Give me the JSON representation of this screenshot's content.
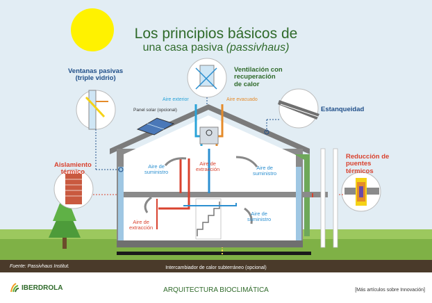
{
  "title": {
    "line1": "Los principios básicos de",
    "line2_prefix": "una casa pasiva ",
    "line2_italic": "(passivhaus)"
  },
  "labels": {
    "ventanas": [
      "Ventanas pasivas",
      "(triple vidrio)"
    ],
    "ventilacion": [
      "Ventilación con",
      "recuperación",
      "de calor"
    ],
    "aire_exterior": "Aire exterior",
    "aire_evacuado": "Aire evacuado",
    "panel_solar": "Panel solar (opcional)",
    "estanqueidad": "Estanqueidad",
    "aislamiento": [
      "Aislamiento",
      "térmico"
    ],
    "reduccion": [
      "Reducción de",
      "puentes",
      "térmicos"
    ],
    "suministro_1": [
      "Aire de",
      "suministro"
    ],
    "extraccion_1": [
      "Aire de",
      "extracción"
    ],
    "suministro_2": [
      "Aire de",
      "suministro"
    ],
    "suministro_3": [
      "Aire de",
      "suministro"
    ],
    "extraccion_2": [
      "Aire de",
      "extracción"
    ],
    "source": "Fuente: Passivhaus Institut.",
    "intercambiador": "Intercambiador de calor subterráneo (opcional)"
  },
  "footer": {
    "logo": "IBERDROLA",
    "center": "ARQUITECTURA BIOCLIMÁTICA",
    "right": "[Más artículos sobre Innovación]"
  },
  "colors": {
    "title_green": "#2f6a2a",
    "navy": "#1f4e88",
    "red": "#d9422e",
    "blue": "#2b8fd0",
    "orange": "#e58b2a",
    "house_grey": "#8a8a8a",
    "sun": "#fff200"
  },
  "icons": [
    "sun-icon",
    "solar-panel-icon",
    "heat-exchanger-icon",
    "window-glass-icon",
    "seal-icon",
    "wall-brick-icon",
    "thermal-bridge-icon",
    "tree-icon",
    "iberdrola-logo-icon"
  ]
}
